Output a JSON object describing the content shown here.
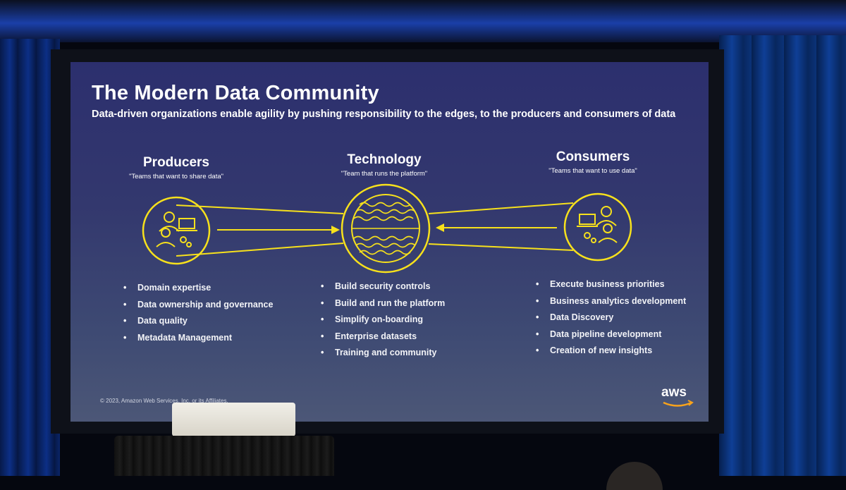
{
  "slide": {
    "title": "The Modern Data Community",
    "subtitle": "Data-driven organizations enable agility by pushing responsibility to the edges, to the producers and consumers of data",
    "copyright": "© 2023, Amazon Web Services, Inc. or its Affiliates.",
    "logo": "aws",
    "accent_color": "#f7e11c"
  },
  "columns": {
    "producers": {
      "heading": "Producers",
      "quote": "\"Teams that want to share data\"",
      "icon": "people-laptop-icon",
      "bullets": [
        "Domain expertise",
        "Data ownership and governance",
        "Data quality",
        "Metadata Management"
      ]
    },
    "technology": {
      "heading": "Technology",
      "quote": "\"Team that runs the platform\"",
      "icon": "data-lake-waves-icon",
      "bullets": [
        "Build security controls",
        "Build and run the platform",
        "Simplify on-boarding",
        "Enterprise datasets",
        "Training and community"
      ]
    },
    "consumers": {
      "heading": "Consumers",
      "quote": "\"Teams that want to use data\"",
      "icon": "people-laptop-icon",
      "bullets": [
        "Execute business priorities",
        "Business analytics development",
        "Data Discovery",
        "Data pipeline development",
        "Creation of new insights"
      ]
    }
  }
}
